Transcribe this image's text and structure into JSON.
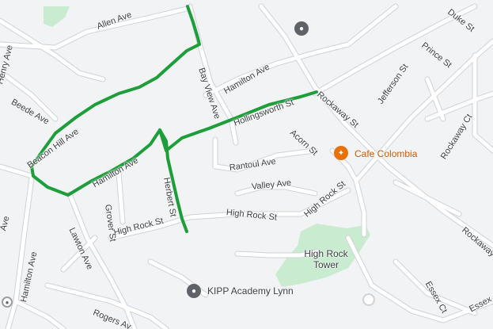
{
  "colors": {
    "background": "#f1f3f4",
    "road": "#ffffff",
    "park": "#c9ecd0",
    "route": "#1e9e3a",
    "food_poi": "#e8710a",
    "school_poi": "#5f6368"
  },
  "streets": {
    "allen": "Allen Ave",
    "henry": "Henry Ave",
    "beede": "Beede Ave",
    "beacon_hill": "Beacon Hill Ave",
    "bay_view": "Bay View Ave",
    "hamilton_top": "Hamilton Ave",
    "hamilton_mid": "Hamilton Ave",
    "hamilton_bottom": "Hamilton Ave",
    "hollingsworth": "Hollingsworth St",
    "rockaway": "Rockaway St",
    "rockaway_right": "Rockaway",
    "rockaway_ct": "Rockaway Ct",
    "jefferson": "Jefferson St",
    "prince": "Prince St",
    "duke": "Duke St",
    "acorn": "Acorn St",
    "rantoul": "Rantoul Ave",
    "valley": "Valley Ave",
    "high_rock_st_right": "High Rock St",
    "high_rock_st_mid": "High Rock St",
    "high_rock_st_left": "High Rock St",
    "herbert": "Herbert St",
    "grover": "Grover St",
    "lawton": "Lawton Ave",
    "rogers": "Rogers Av",
    "essex_ct": "Essex Ct",
    "essex": "Essex",
    "ave_left": "Ave"
  },
  "pois": {
    "cafe": {
      "name": "Cafe Colombia",
      "icon": "restaurant-icon"
    },
    "tower": {
      "name": "High Rock Tower"
    },
    "school": {
      "name": "KIPP Academy Lynn",
      "icon": "school-icon"
    },
    "top_school": {
      "icon": "school-icon"
    }
  }
}
